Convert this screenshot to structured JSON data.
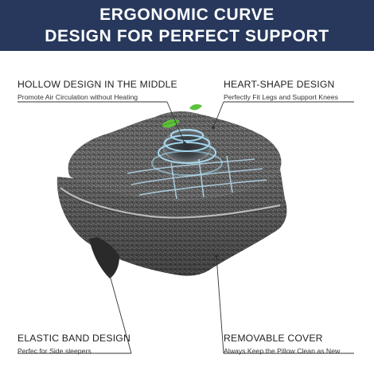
{
  "header": {
    "line1": "ERGONOMIC CURVE",
    "line2": "DESIGN FOR PERFECT SUPPORT"
  },
  "features": {
    "hollow": {
      "title": "HOLLOW DESIGN IN THE MIDDLE",
      "subtitle": "Promote Air Circulation without Heating"
    },
    "heart": {
      "title": "HEART-SHAPE DESIGN",
      "subtitle": "Perfectly Fit Legs and Support Knees"
    },
    "elastic": {
      "title": "ELASTIC BAND DESIGN",
      "subtitle": "Perfec for Side sleepers"
    },
    "cover": {
      "title": "REMOVABLE COVER",
      "subtitle": "Always Keep the Pillow Clean as New"
    }
  },
  "colors": {
    "banner": "#27385c",
    "fabric": "#5f5f5f",
    "leaf": "#5cc23c",
    "airflow": "#aee6ff"
  }
}
